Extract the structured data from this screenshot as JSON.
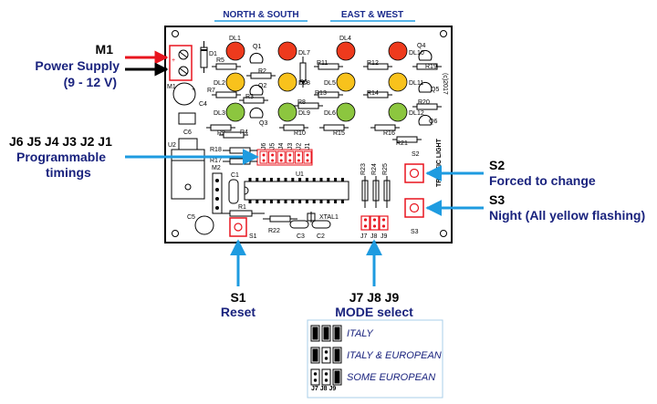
{
  "header": {
    "north_south": "NORTH & SOUTH",
    "east_west": "EAST & WEST"
  },
  "board": {
    "title_vertical": "TRAFFIC LIGHT",
    "copyright": "(c)2017",
    "leds_ns": [
      "DL1",
      "DL7",
      "DL2",
      "DL8",
      "DL3",
      "DL9"
    ],
    "leds_ew": [
      "DL4",
      "DL10",
      "DL5",
      "DL11",
      "DL6",
      "DL12"
    ],
    "components": {
      "m1": "M1",
      "d1": "D1",
      "r5": "R5",
      "q1": "Q1",
      "r2": "R2",
      "r6": "R6",
      "r7": "R7",
      "q2": "Q2",
      "r3": "R3",
      "r8": "R8",
      "c4": "C4",
      "q3": "Q3",
      "c6": "C6",
      "r9": "R9",
      "r4": "R4",
      "r10": "R10",
      "r11": "R11",
      "r12": "R12",
      "r13": "R13",
      "r14": "R14",
      "r15": "R15",
      "r16": "R16",
      "r19": "R19",
      "q4": "Q4",
      "q5": "Q5",
      "q6": "Q6",
      "r20": "R20",
      "r21": "R21",
      "r18": "R18",
      "r17": "R17",
      "u2": "U2",
      "m2": "M2",
      "c1": "C1",
      "u1": "U1",
      "r1": "R1",
      "c5": "C5",
      "r22": "R22",
      "c3": "C3",
      "c2": "C2",
      "xtal1": "XTAL1",
      "r23": "R23",
      "r24": "R24",
      "r25": "R25",
      "s1": "S1",
      "s2": "S2",
      "s3": "S3",
      "j7": "J7",
      "j8": "J8",
      "j9": "J9",
      "jumpers": [
        "J6",
        "J5",
        "J4",
        "J3",
        "J2",
        "J1"
      ]
    }
  },
  "callouts": {
    "m1": {
      "title": "M1",
      "line1": "Power Supply",
      "line2": "(9 - 12 V)"
    },
    "jumpers": {
      "title": "J6 J5 J4 J3 J2 J1",
      "line1": "Programmable",
      "line2": "timings"
    },
    "s2": {
      "title": "S2",
      "desc": "Forced to change"
    },
    "s3": {
      "title": "S3",
      "desc": "Night (All yellow flashing)"
    },
    "s1": {
      "title": "S1",
      "desc": "Reset"
    },
    "mode": {
      "title": "J7 J8 J9",
      "desc": "MODE select"
    }
  },
  "mode_legend": {
    "rows": [
      "ITALY",
      "ITALY & EUROPEAN",
      "SOME EUROPEAN"
    ],
    "footer": "J7 J8 J9"
  },
  "colors": {
    "arrow_blue": "#1e9be0",
    "arrow_red": "#e8141e",
    "led_red": "#ee3a1d",
    "led_yellow": "#f8c21c",
    "led_green": "#8cc63f",
    "jumper_red": "#e8141e",
    "desc_navy": "#1a237e"
  }
}
